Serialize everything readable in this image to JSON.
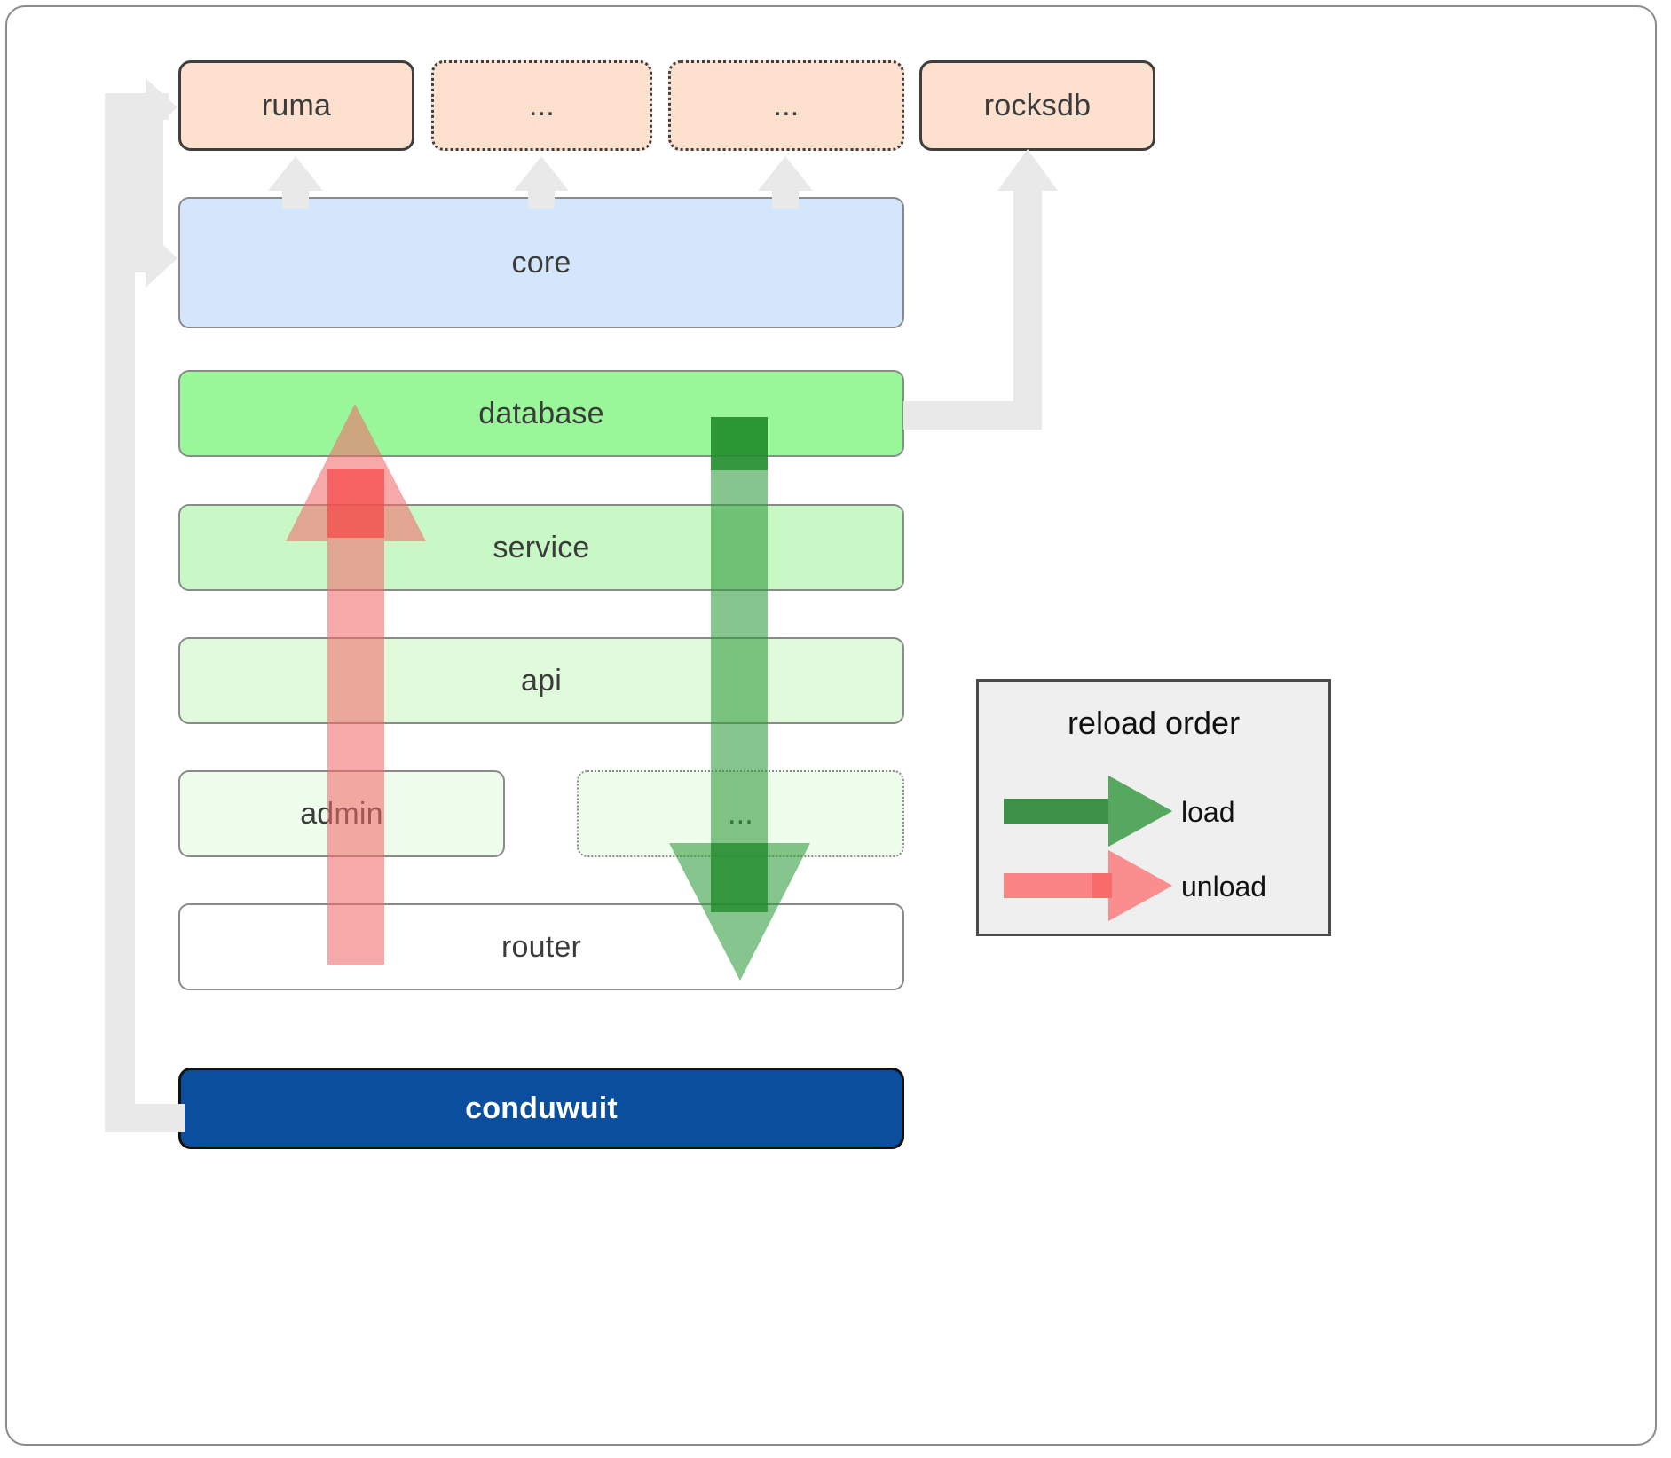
{
  "diagram": {
    "title": "conduwuit crate layering / reload order",
    "colors": {
      "dependency_fill": "#fde0ce",
      "dependency_border": "#3e3e3e",
      "core_fill": "#d3e6fb",
      "database_fill": "#99f79a",
      "service_fill": "#c8f8c6",
      "api_fill": "#e0fbdc",
      "admin_fill": "#effdec",
      "router_fill": "#ffffff",
      "conduwuit_fill": "#0a4f9e",
      "connector_gray": "#e9e9e9",
      "load_arrow": "#4caf50",
      "unload_arrow": "#fa8383",
      "legend_fill": "#efefef",
      "legend_border": "#4a4a4a",
      "frame_border": "#8c8c8c"
    },
    "dependencies": [
      {
        "id": "ruma",
        "label": "ruma",
        "border_style": "solid"
      },
      {
        "id": "dots1",
        "label": "...",
        "border_style": "dotted"
      },
      {
        "id": "dots2",
        "label": "...",
        "border_style": "dotted"
      },
      {
        "id": "rocksdb",
        "label": "rocksdb",
        "border_style": "solid"
      }
    ],
    "layers": [
      {
        "id": "core",
        "label": "core"
      },
      {
        "id": "database",
        "label": "database"
      },
      {
        "id": "service",
        "label": "service"
      },
      {
        "id": "api",
        "label": "api"
      },
      {
        "id": "admin",
        "label": "admin"
      },
      {
        "id": "dots-lower",
        "label": "...",
        "border_style": "dotted"
      },
      {
        "id": "router",
        "label": "router"
      }
    ],
    "binary": {
      "id": "conduwuit",
      "label": "conduwuit"
    },
    "legend": {
      "title": "reload order",
      "entries": [
        {
          "id": "load",
          "label": "load",
          "color": "#4caf50"
        },
        {
          "id": "unload",
          "label": "unload",
          "color": "#fa8383"
        }
      ]
    }
  }
}
